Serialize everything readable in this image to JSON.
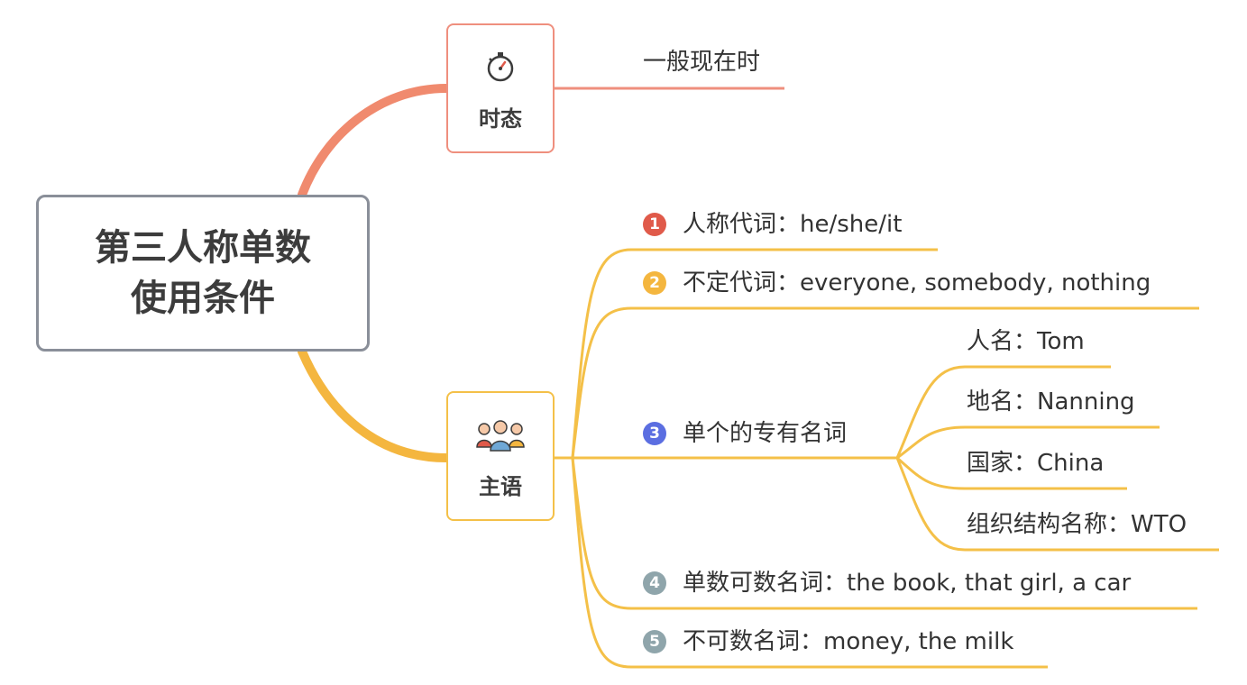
{
  "root": {
    "line1": "第三人称单数",
    "line2": "使用条件"
  },
  "branches": {
    "tense": {
      "label": "时态",
      "icon": "stopwatch-icon",
      "color": "#ef8f7e",
      "children": [
        {
          "text": "一般现在时"
        }
      ]
    },
    "subject": {
      "label": "主语",
      "icon": "people-group-icon",
      "color": "#f4c048",
      "children": [
        {
          "num": "1",
          "num_color": "#e05a4a",
          "text": "人称代词：he/she/it"
        },
        {
          "num": "2",
          "num_color": "#f4b63f",
          "text": "不定代词：everyone, somebody, nothing"
        },
        {
          "num": "3",
          "num_color": "#5b6ee1",
          "text": "单个的专有名词",
          "children": [
            {
              "text": "人名：Tom"
            },
            {
              "text": "地名：Nanning"
            },
            {
              "text": "国家：China"
            },
            {
              "text": "组织结构名称：WTO"
            }
          ]
        },
        {
          "num": "4",
          "num_color": "#8fa5ab",
          "text": "单数可数名词：the book, that girl, a car"
        },
        {
          "num": "5",
          "num_color": "#8fa5ab",
          "text": "不可数名词：money, the milk"
        }
      ]
    }
  }
}
